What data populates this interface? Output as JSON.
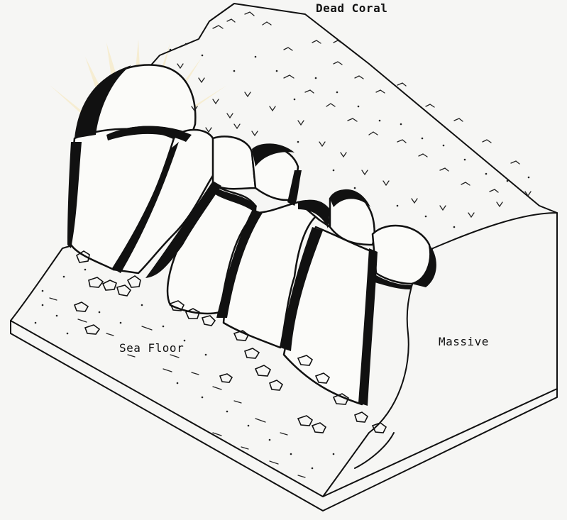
{
  "diagram": {
    "labels": {
      "top": "Dead Coral",
      "left": "Sea Floor",
      "right": "Massive"
    }
  }
}
